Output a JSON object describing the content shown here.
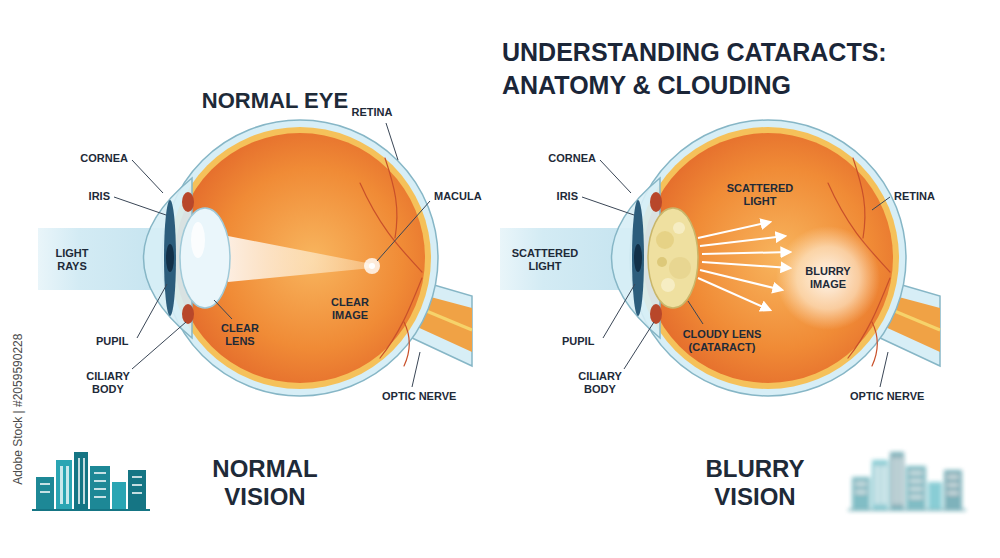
{
  "diagram": {
    "title": "UNDERSTANDING CATARACTS: ANATOMY & CLOUDING",
    "labels": [
      "NORMAL EYE",
      "CORNEA",
      "IRIS",
      "LIGHT RAYS",
      "PUPIL",
      "CILIARY BODY",
      "CLEAR LENS",
      "RETINA",
      "MACULA",
      "CLEAR IMAGE",
      "OPTIC NERVE",
      "CORNEA",
      "IRIS",
      "SCATTERED LIGHT",
      "PUPIL",
      "CILIARY BODY",
      "SCATTERED LIGHT",
      "CLOUDY LENS (CATARACT)",
      "RETINA",
      "BLURRY IMAGE",
      "OPTIC NERVE",
      "NORMAL VISION",
      "BLURRY VISION",
      "Adobe Stock | #2059590228"
    ]
  }
}
